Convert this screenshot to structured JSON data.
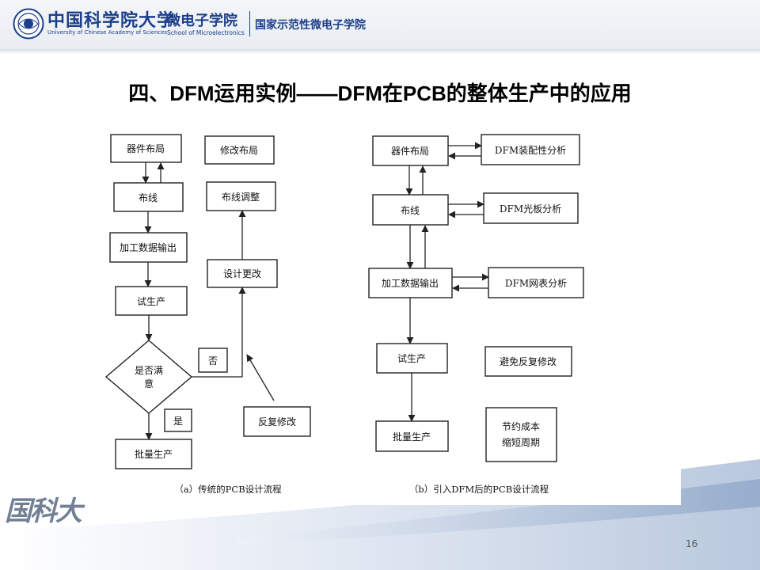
{
  "header": {
    "university_cn": "中国科学院大学",
    "university_en": "University of Chinese Academy of Sciences",
    "school_cn": "微电子学院",
    "school_en": "School of Microelectronics",
    "national_cn": "国家示范性微电子学院"
  },
  "slide": {
    "title": "四、DFM运用实例——DFM在PCB的整体生产中的应用",
    "watermark": "国科大",
    "page_number": "16"
  },
  "diagram": {
    "left": {
      "caption": "（a）传统的PCB设计流程",
      "nodes": {
        "placement": "器件布局",
        "routing": "布线",
        "data_output": "加工数据输出",
        "trial": "试生产",
        "decision_line1": "是否满",
        "decision_line2": "意",
        "mass": "批量生产",
        "design_change": "设计更改",
        "route_adjust": "布线调整",
        "placement_change": "修改布局",
        "repeat": "反复修改",
        "no": "否",
        "yes": "是"
      }
    },
    "right": {
      "caption": "（b）引入DFM后的PCB设计流程",
      "nodes": {
        "placement": "器件布局",
        "routing": "布线",
        "data_output": "加工数据输出",
        "trial": "试生产",
        "mass": "批量生产",
        "dfm_assembly": "DFM装配性分析",
        "dfm_board": "DFM光板分析",
        "dfm_netlist": "DFM网表分析",
        "avoid": "避免反复修改",
        "save_line1": "节约成本",
        "save_line2": "缩短周期"
      }
    }
  }
}
